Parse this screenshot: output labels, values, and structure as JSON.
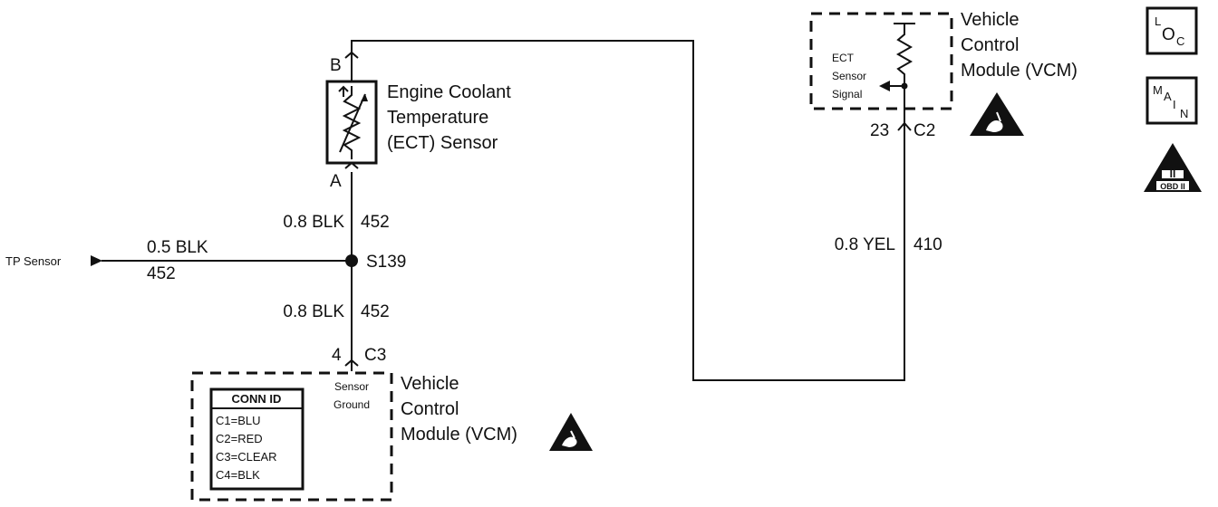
{
  "ect_sensor": {
    "line1": "Engine Coolant",
    "line2": "Temperature",
    "line3": "(ECT) Sensor",
    "pin_b": "B",
    "pin_a": "A"
  },
  "wires": {
    "upper_gauge": "0.8 BLK",
    "upper_circuit": "452",
    "lower_gauge": "0.8 BLK",
    "lower_circuit": "452",
    "tp_gauge": "0.5 BLK",
    "tp_circuit": "452",
    "yel_gauge": "0.8 YEL",
    "yel_circuit": "410"
  },
  "splice": {
    "label": "S139"
  },
  "tp_sensor": {
    "label": "TP Sensor"
  },
  "vcm_bottom": {
    "pin": "4",
    "connector": "C3",
    "sensor_ground_1": "Sensor",
    "sensor_ground_2": "Ground",
    "title1": "Vehicle",
    "title2": "Control",
    "title3": "Module (VCM)",
    "conn_id_title": "CONN ID",
    "conn_ids": [
      "C1=BLU",
      "C2=RED",
      "C3=CLEAR",
      "C4=BLK"
    ]
  },
  "vcm_top": {
    "pin": "23",
    "connector": "C2",
    "signal_1": "ECT",
    "signal_2": "Sensor",
    "signal_3": "Signal",
    "title1": "Vehicle",
    "title2": "Control",
    "title3": "Module (VCM)"
  },
  "side_icons": {
    "loc_l": "L",
    "loc_o": "O",
    "loc_c": "C",
    "main_m": "M",
    "main_a": "A",
    "main_i": "I",
    "main_n": "N",
    "obd_roman": "II",
    "obd_text": "OBD II"
  }
}
